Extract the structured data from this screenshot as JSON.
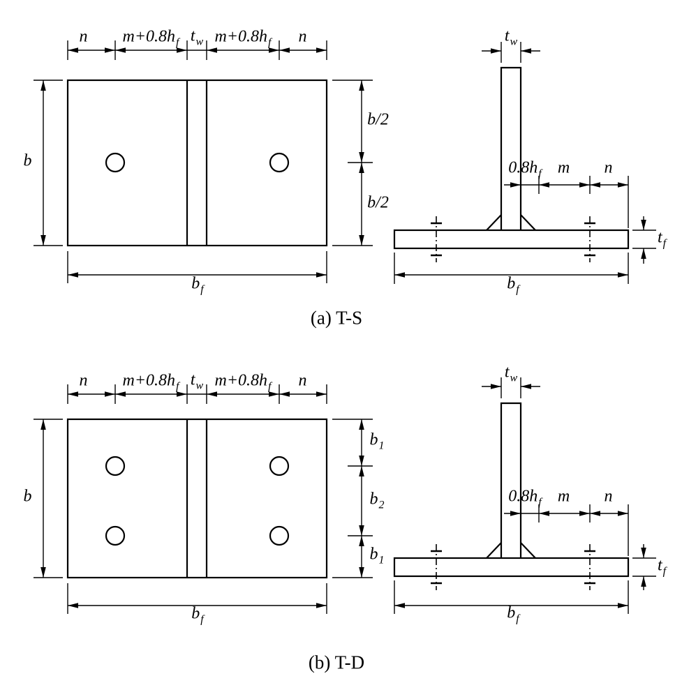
{
  "colors": {
    "ink": "#000000",
    "background": "#ffffff"
  },
  "figures": [
    {
      "caption": "(a) T-S",
      "plan": {
        "top_dims": [
          {
            "main": "n",
            "sub": ""
          },
          {
            "main": "m+0.8h",
            "sub": "f"
          },
          {
            "main": "t",
            "sub": "w"
          },
          {
            "main": "m+0.8h",
            "sub": "f"
          },
          {
            "main": "n",
            "sub": ""
          }
        ],
        "height_dim": {
          "main": "b",
          "sub": ""
        },
        "right_dims": [
          {
            "main": "b/2",
            "sub": ""
          },
          {
            "main": "b/2",
            "sub": ""
          }
        ],
        "width_dim": {
          "main": "b",
          "sub": "f"
        }
      },
      "elevation": {
        "web_dim": {
          "main": "t",
          "sub": "w"
        },
        "horiz_dims": [
          {
            "main": "0.8h",
            "sub": "f"
          },
          {
            "main": "m",
            "sub": ""
          },
          {
            "main": "n",
            "sub": ""
          }
        ],
        "flange_dim": {
          "main": "t",
          "sub": "f"
        },
        "width_dim": {
          "main": "b",
          "sub": "f"
        }
      }
    },
    {
      "caption": "(b) T-D",
      "plan": {
        "top_dims": [
          {
            "main": "n",
            "sub": ""
          },
          {
            "main": "m+0.8h",
            "sub": "f"
          },
          {
            "main": "t",
            "sub": "w"
          },
          {
            "main": "m+0.8h",
            "sub": "f"
          },
          {
            "main": "n",
            "sub": ""
          }
        ],
        "height_dim": {
          "main": "b",
          "sub": ""
        },
        "right_dims": [
          {
            "main": "b",
            "sub": "1"
          },
          {
            "main": "b",
            "sub": "2"
          },
          {
            "main": "b",
            "sub": "1"
          }
        ],
        "width_dim": {
          "main": "b",
          "sub": "f"
        }
      },
      "elevation": {
        "web_dim": {
          "main": "t",
          "sub": "w"
        },
        "horiz_dims": [
          {
            "main": "0.8h",
            "sub": "f"
          },
          {
            "main": "m",
            "sub": ""
          },
          {
            "main": "n",
            "sub": ""
          }
        ],
        "flange_dim": {
          "main": "t",
          "sub": "f"
        },
        "width_dim": {
          "main": "b",
          "sub": "f"
        }
      }
    }
  ]
}
